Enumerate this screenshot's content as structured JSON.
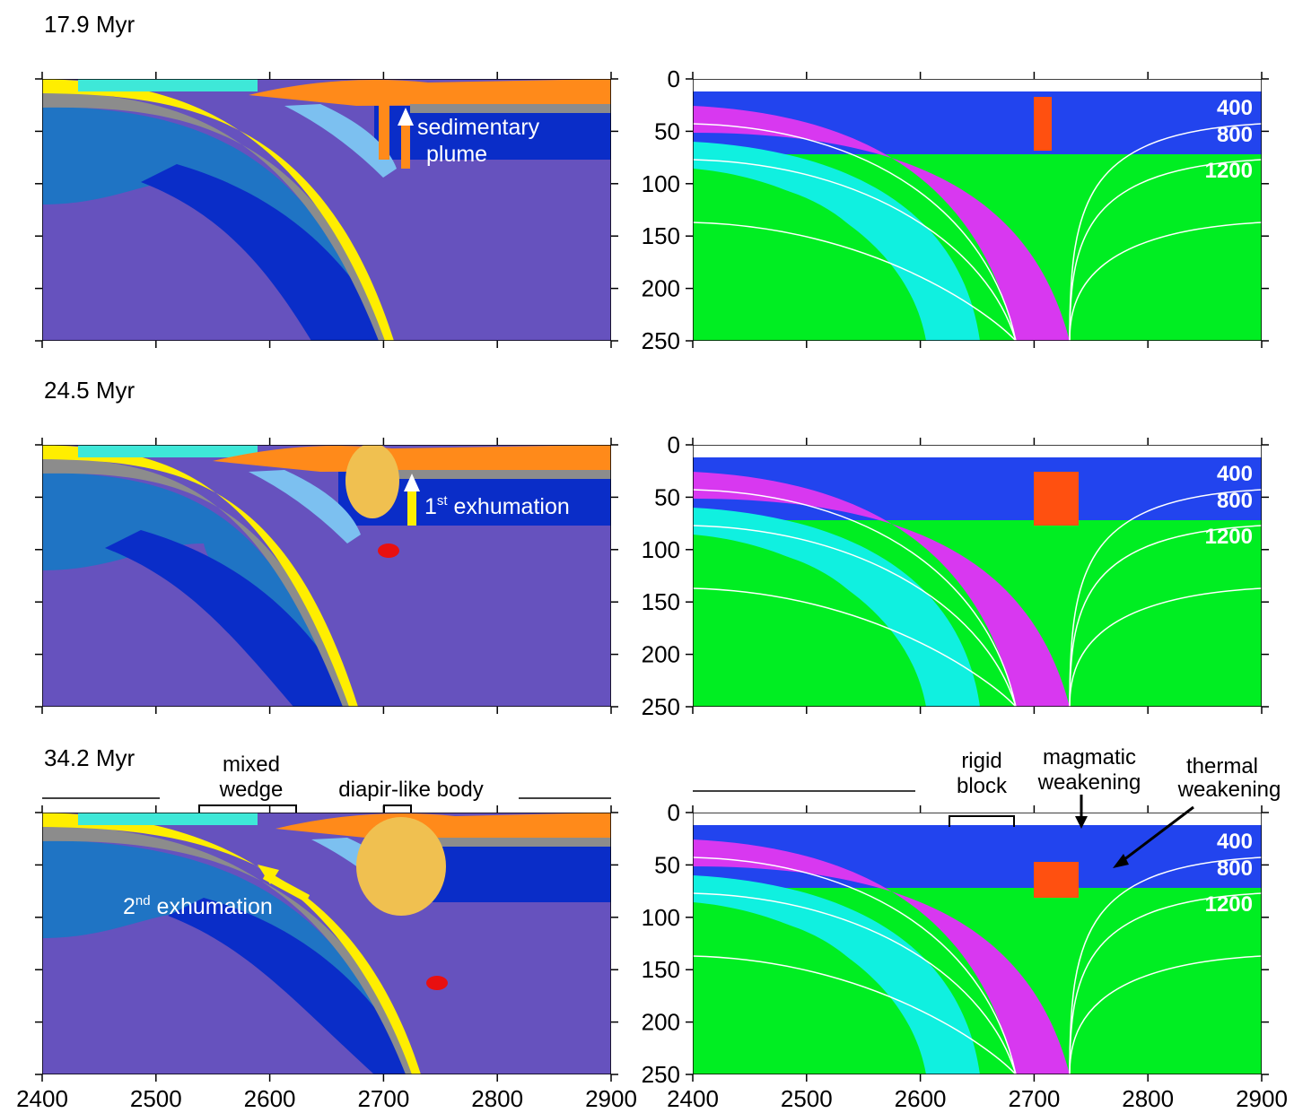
{
  "panels": [
    {
      "time": "17.9 Myr",
      "left_labels": {
        "sed1": "sedimentary",
        "sed2": "plume"
      },
      "iso": [
        "400",
        "800",
        "1200"
      ]
    },
    {
      "time": "24.5 Myr",
      "left_labels": {
        "ex_pre": "1",
        "ex_sup": "st",
        "ex_post": " exhumation"
      },
      "iso": [
        "400",
        "800",
        "1200"
      ]
    },
    {
      "time": "34.2 Myr",
      "left_labels": {
        "mixed1": "mixed",
        "mixed2": "wedge",
        "diapir": "diapir-like body",
        "ex_pre": "2",
        "ex_sup": "nd",
        "ex_post": " exhumation"
      },
      "right_labels": {
        "rigid1": "rigid",
        "rigid2": "block",
        "mag1": "magmatic",
        "mag2": "weakening",
        "th1": "thermal",
        "th2": "weakening"
      },
      "iso": [
        "400",
        "800",
        "1200"
      ]
    }
  ],
  "x_ticks": [
    "2400",
    "2500",
    "2600",
    "2700",
    "2800",
    "2900"
  ],
  "y_ticks": [
    "0",
    "50",
    "100",
    "150",
    "200",
    "250"
  ],
  "colors": {
    "water": "#3ee8d8",
    "sediment": "#ff8a1a",
    "upper_crust": "#8c8c8c",
    "oceanic_crust": "#ffee00",
    "lith_mantle": "#1f74c4",
    "mantle_dark": "#0a2dc8",
    "asthenosphere": "#6652be",
    "light_blue": "#7cc0f0",
    "felsic_melt": "#f0c050",
    "melt_red": "#e81010",
    "t_green": "#00ee22",
    "t_cyan": "#10f0e0",
    "t_blue": "#1e8ce6",
    "t_deep": "#2244ee",
    "t_magenta": "#d838f0",
    "t_melt": "#ff5010",
    "t_yellow": "#ffee00"
  }
}
